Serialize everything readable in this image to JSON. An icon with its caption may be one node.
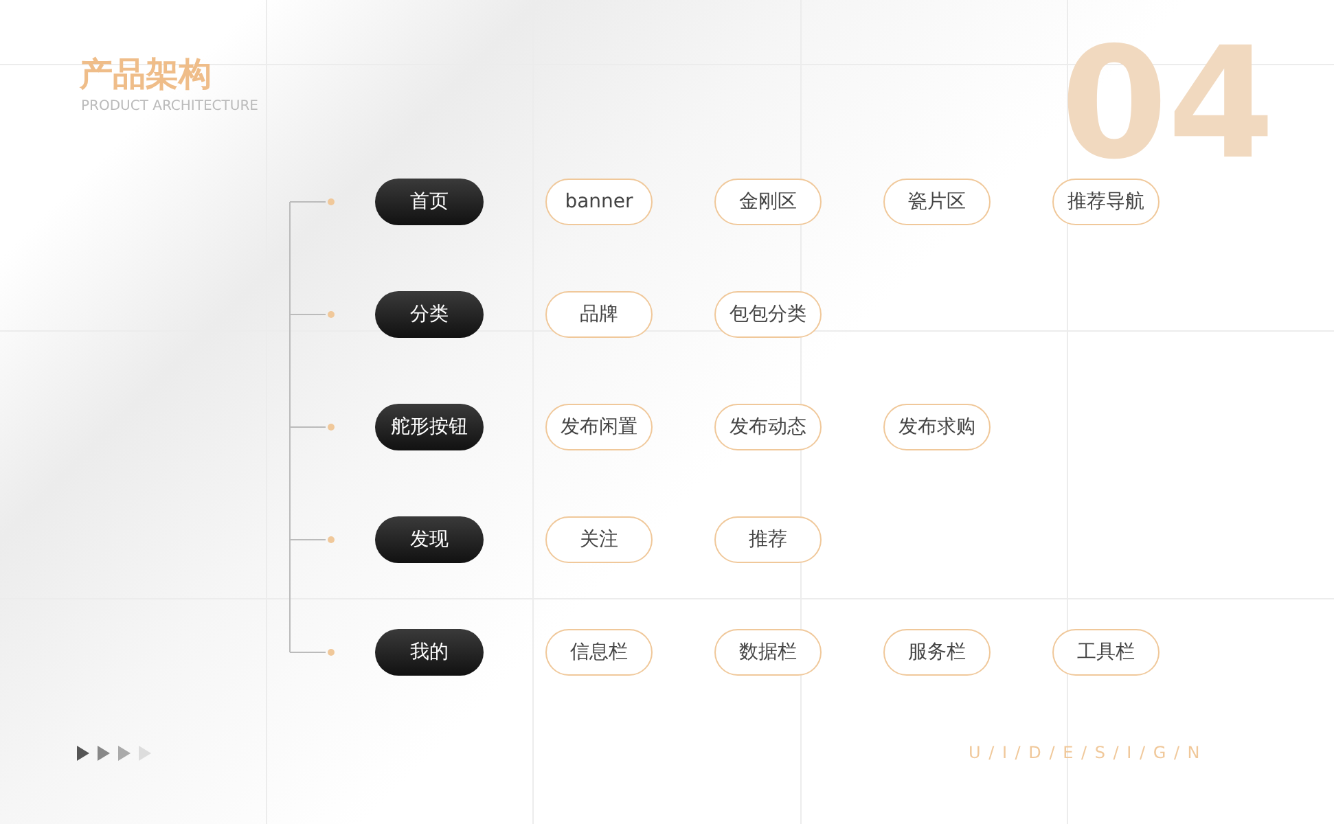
{
  "diagram": {
    "title": "产品架构",
    "nodes": [
      {
        "text": [
          "首页"
        ]
      },
      {
        "text": [
          "banner"
        ]
      },
      {
        "text": [
          "金刚区"
        ]
      },
      {
        "text": [
          "瓷片区"
        ]
      },
      {
        "text": [
          "推荐导航"
        ]
      },
      {
        "text": [
          "分类"
        ]
      },
      {
        "text": [
          "品牌"
        ]
      },
      {
        "text": [
          "包包分类"
        ]
      },
      {
        "text": [
          "舵形按钮"
        ]
      },
      {
        "text": [
          "发布闲置"
        ]
      },
      {
        "text": [
          "发布动态"
        ]
      },
      {
        "text": [
          "发布求购"
        ]
      },
      {
        "text": [
          "发现"
        ]
      },
      {
        "text": [
          "关注"
        ]
      },
      {
        "text": [
          "推荐"
        ]
      },
      {
        "text": [
          "我的"
        ]
      },
      {
        "text": [
          "信息栏"
        ]
      },
      {
        "text": [
          "数据栏"
        ]
      },
      {
        "text": [
          "服务栏"
        ]
      },
      {
        "text": [
          "工具栏"
        ]
      }
    ],
    "labels": [
      "PRODUCT ARCHITECTURE",
      "04",
      "U / I / D / E / S / I / G / N"
    ]
  }
}
